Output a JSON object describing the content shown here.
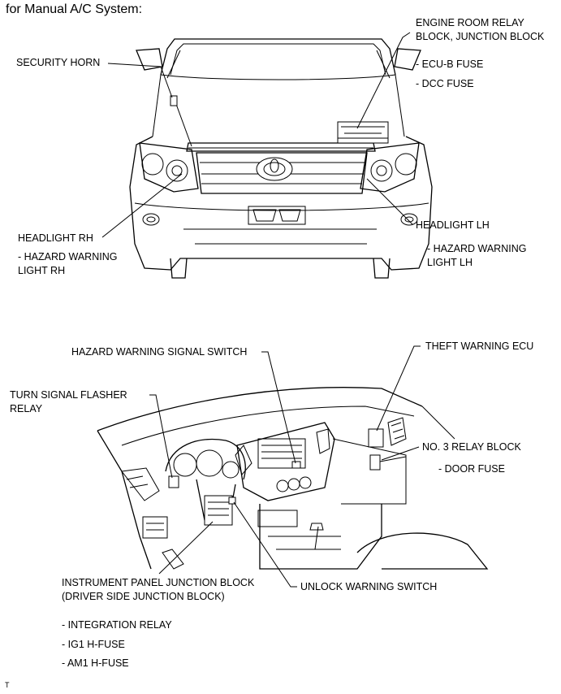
{
  "heading": "for Manual A/C System:",
  "footer_mark": "T",
  "top_view": {
    "engine_room_relay": [
      "ENGINE ROOM RELAY",
      "BLOCK, JUNCTION BLOCK"
    ],
    "ecu_b_fuse": "- ECU-B FUSE",
    "dcc_fuse": "- DCC FUSE",
    "security_horn": "SECURITY HORN",
    "headlight_rh": "HEADLIGHT RH",
    "hazard_rh": [
      "- HAZARD WARNING",
      "LIGHT RH"
    ],
    "headlight_lh": "HEADLIGHT LH",
    "hazard_lh": [
      "- HAZARD WARNING",
      "LIGHT LH"
    ]
  },
  "bottom_view": {
    "hazard_switch": "HAZARD WARNING SIGNAL SWITCH",
    "theft_ecu": "THEFT WARNING ECU",
    "turn_flasher": [
      "TURN SIGNAL FLASHER",
      "RELAY"
    ],
    "relay_block_3": "NO. 3 RELAY BLOCK",
    "door_fuse": "- DOOR FUSE",
    "ip_junction": [
      "INSTRUMENT PANEL JUNCTION BLOCK",
      "(DRIVER SIDE JUNCTION BLOCK)"
    ],
    "unlock_switch": "UNLOCK WARNING SWITCH",
    "integration_relay": "- INTEGRATION RELAY",
    "ig1_fuse": "- IG1 H-FUSE",
    "am1_fuse": "- AM1 H-FUSE"
  }
}
